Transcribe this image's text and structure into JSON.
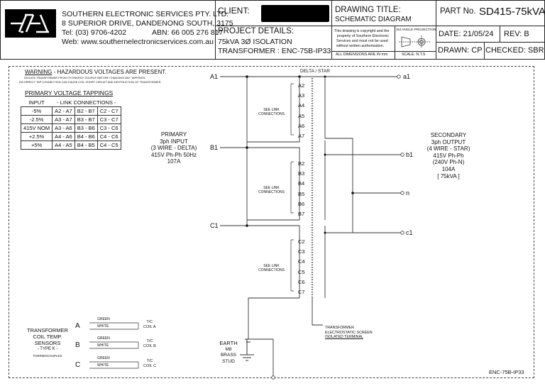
{
  "title_block": {
    "company_name": "SOUTHERN ELECTRONIC SERVICES PTY. LTD.",
    "address": "8 SUPERIOR DRIVE, DANDENONG SOUTH, 3175",
    "tel": "Tel: (03) 9706-4202",
    "abn": "ABN: 66 005 276 817",
    "web": "Web: www.southernelectronicservices.com.au",
    "client_label": "CLIENT:",
    "drawing_title_label": "DRAWING TITLE:",
    "drawing_title": "SCHEMATIC DIAGRAM",
    "part_no_label": "PART No.",
    "part_no": "SD415-75kVA",
    "project_label": "PROJECT DETAILS:",
    "project_line1": "75kVA 3Ø ISOLATION",
    "project_line2": "TRANSFORMER : ENC-75B-IP33",
    "copyright": [
      "This drawing is copyright and the",
      "property of Southern Electronic",
      "Services and must not be used",
      "without written authorisation."
    ],
    "dimensions_note": "ALL DIMENSIONS ARE IN mm",
    "projection_label": "3rd ANGLE PROJECTION",
    "scale_label": "SCALE: N.T.S",
    "date": "DATE: 21/05/24",
    "rev": "REV: B",
    "drawn": "DRAWN: CP",
    "checked": "CHECKED: SBR"
  },
  "warning": {
    "heading": "WARNING",
    "heading_rest": " - HAZARDOUS VOLTAGES ARE PRESENT.",
    "line1": "ISOLATE TRANSFORMER FROM ITS ENERGY SOURCE BEFORE CHANGING ANY TAPPINGS.",
    "line2": "INCORRECT TAP CONNECTION CAN CAUSE COIL SHORT CIRCUIT AND DESTRUCTION OF TRANSFORMER."
  },
  "tappings": {
    "title": "PRIMARY VOLTAGE TAPPINGS",
    "header_input": "INPUT",
    "header_links": "- LINK CONNECTIONS -",
    "rows": [
      [
        "-5%",
        "A2 - A7",
        "B2 - B7",
        "C2 - C7"
      ],
      [
        "-2.5%",
        "A3 - A7",
        "B3 - B7",
        "C3 - C7"
      ],
      [
        "415V NOM",
        "A3 - A6",
        "B3 - B6",
        "C3 - C6"
      ],
      [
        "+2.5%",
        "A4 - A6",
        "B4 - B6",
        "C4 - C6"
      ],
      [
        "+5%",
        "A4 - A5",
        "B4 - B5",
        "C4 - C5"
      ]
    ]
  },
  "primary": [
    "PRIMARY",
    "3ph INPUT",
    "(3 WIRE -  DELTA)",
    "415V Ph-Ph 50Hz",
    "107A"
  ],
  "secondary": [
    "SECONDARY",
    "3ph OUTPUT",
    "(4 WIRE - STAR)",
    "415V Ph-Ph",
    "(240V Ph-N)",
    "104A",
    "[ 75kVA ]"
  ],
  "delta_star": "DELTA / STAR",
  "inputs": [
    "A1",
    "B1",
    "C1"
  ],
  "outputs": [
    "a1",
    "b1",
    "n",
    "c1"
  ],
  "tap_labels": {
    "A": [
      "A2",
      "A3",
      "A4",
      "A5",
      "A6",
      "A7"
    ],
    "B": [
      "B2",
      "B3",
      "B4",
      "B5",
      "B6",
      "B7"
    ],
    "C": [
      "C2",
      "C3",
      "C4",
      "C5",
      "C6",
      "C7"
    ]
  },
  "see_link": [
    "SEE LINK",
    "CONNECTIONS"
  ],
  "earth": [
    "EARTH",
    "M8",
    "BRASS",
    "STUD"
  ],
  "screen": [
    "TRANSFORMER",
    "ELECTROSTATIC SCREEN",
    "ISOLATED TERMINAL"
  ],
  "sensors": {
    "title": [
      "TRANSFORMER",
      "COIL TEMP.",
      "SENSORS"
    ],
    "type": "- TYPE K -",
    "sub": "THERMOCOUPLES",
    "coils": [
      {
        "letter": "A",
        "coil": "COIL A"
      },
      {
        "letter": "B",
        "coil": "COIL B"
      },
      {
        "letter": "C",
        "coil": "COIL C"
      }
    ],
    "green": "GREEN",
    "white": "WHITE",
    "tc": "T/C"
  },
  "drawing_ref": "ENC-75B-IP33"
}
